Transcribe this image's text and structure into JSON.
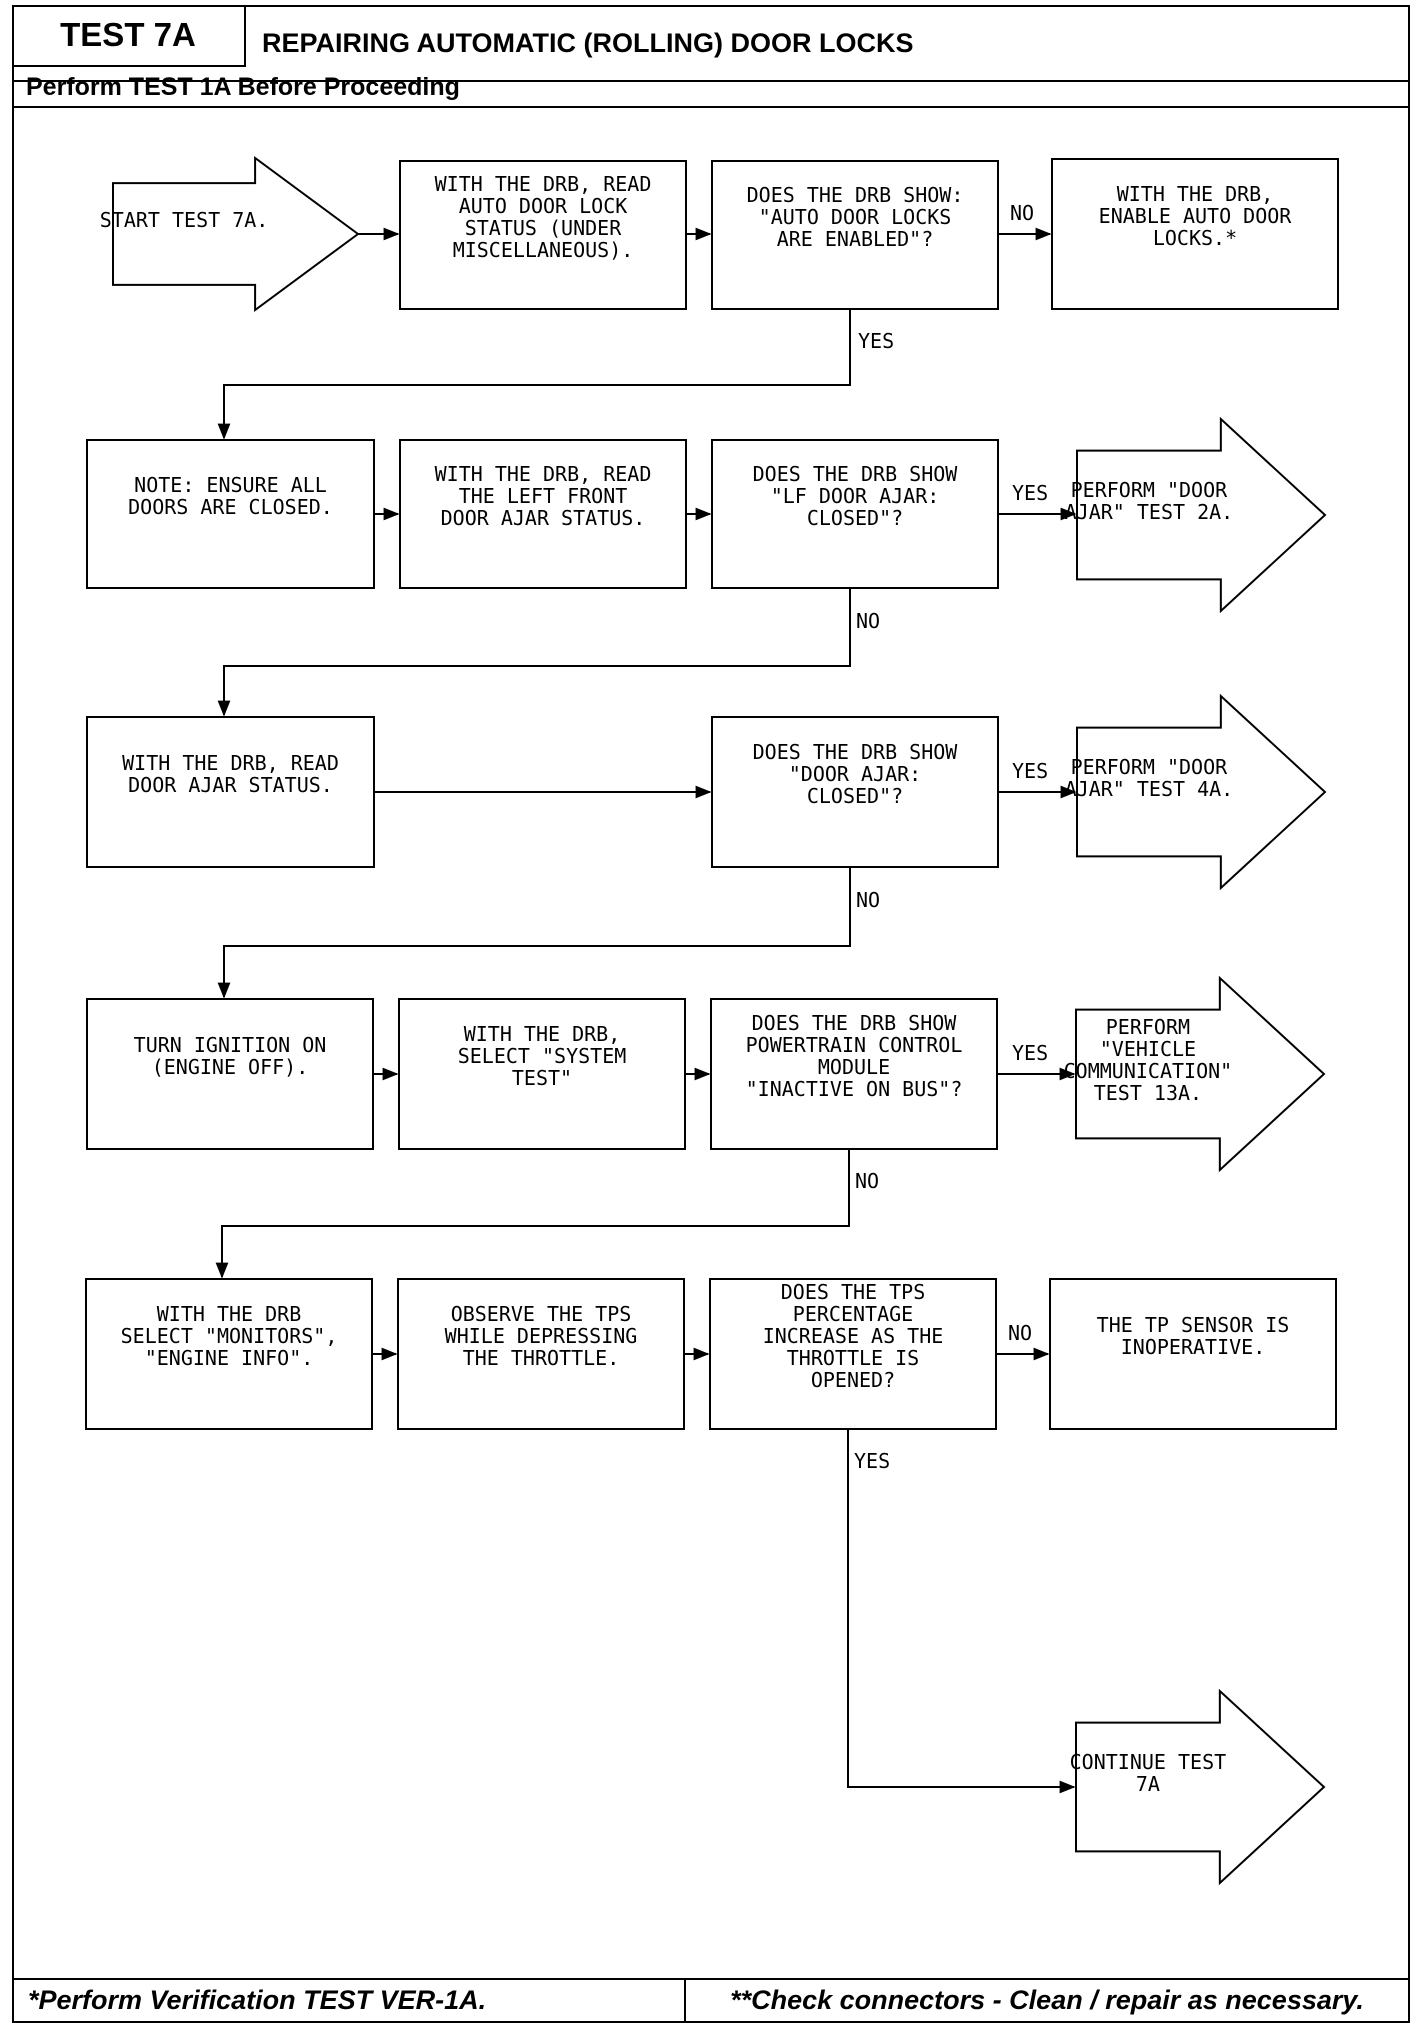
{
  "header": {
    "test_id": "TEST 7A",
    "title": "REPAIRING AUTOMATIC (ROLLING) DOOR LOCKS",
    "prerequisite": "Perform TEST 1A Before Proceeding"
  },
  "footer": {
    "left_note": "*Perform Verification TEST VER-1A.",
    "right_note": "**Check connectors - Clean / repair as necessary."
  },
  "nodes": [
    {
      "id": "start",
      "type": "arrow",
      "lines": [
        "START TEST 7A."
      ]
    },
    {
      "id": "n1",
      "type": "box",
      "lines": [
        "WITH THE DRB, READ",
        "AUTO DOOR LOCK",
        "STATUS (UNDER",
        "MISCELLANEOUS)."
      ]
    },
    {
      "id": "d1",
      "type": "box",
      "lines": [
        "DOES THE DRB SHOW:",
        "\"AUTO DOOR LOCKS",
        "ARE ENABLED\"?"
      ]
    },
    {
      "id": "n2",
      "type": "box",
      "lines": [
        "WITH THE DRB,",
        "ENABLE AUTO DOOR",
        "LOCKS.*"
      ]
    },
    {
      "id": "n3",
      "type": "box",
      "lines": [
        "NOTE: ENSURE ALL",
        "DOORS ARE CLOSED."
      ]
    },
    {
      "id": "n4",
      "type": "box",
      "lines": [
        "WITH THE DRB, READ",
        "THE LEFT FRONT",
        "DOOR AJAR STATUS."
      ]
    },
    {
      "id": "d2",
      "type": "box",
      "lines": [
        "DOES THE DRB SHOW",
        "\"LF DOOR AJAR:",
        "CLOSED\"?"
      ]
    },
    {
      "id": "a2",
      "type": "arrow",
      "lines": [
        "PERFORM \"DOOR",
        "AJAR\" TEST 2A."
      ]
    },
    {
      "id": "n5",
      "type": "box",
      "lines": [
        "WITH THE DRB, READ",
        "DOOR AJAR STATUS."
      ]
    },
    {
      "id": "d3",
      "type": "box",
      "lines": [
        "DOES THE DRB SHOW",
        "\"DOOR AJAR:",
        "CLOSED\"?"
      ]
    },
    {
      "id": "a3",
      "type": "arrow",
      "lines": [
        "PERFORM \"DOOR",
        "AJAR\" TEST 4A."
      ]
    },
    {
      "id": "n6",
      "type": "box",
      "lines": [
        "TURN IGNITION ON",
        "(ENGINE OFF)."
      ]
    },
    {
      "id": "n7",
      "type": "box",
      "lines": [
        "WITH THE DRB,",
        "SELECT \"SYSTEM",
        "TEST\""
      ]
    },
    {
      "id": "d4",
      "type": "box",
      "lines": [
        "DOES THE DRB SHOW",
        "POWERTRAIN CONTROL",
        "MODULE",
        "\"INACTIVE ON BUS\"?"
      ]
    },
    {
      "id": "a4",
      "type": "arrow",
      "lines": [
        "PERFORM",
        "\"VEHICLE",
        "COMMUNICATION\"",
        "TEST 13A."
      ]
    },
    {
      "id": "n8",
      "type": "box",
      "lines": [
        "WITH THE DRB",
        "SELECT \"MONITORS\",",
        "\"ENGINE INFO\"."
      ]
    },
    {
      "id": "n9",
      "type": "box",
      "lines": [
        "OBSERVE THE TPS",
        "WHILE DEPRESSING",
        "THE THROTTLE."
      ]
    },
    {
      "id": "d5",
      "type": "box",
      "lines": [
        "DOES THE TPS",
        "PERCENTAGE",
        "INCREASE AS THE",
        "THROTTLE IS",
        "OPENED?"
      ]
    },
    {
      "id": "n10",
      "type": "box",
      "lines": [
        "THE TP SENSOR IS",
        "INOPERATIVE."
      ]
    },
    {
      "id": "a5",
      "type": "arrow",
      "lines": [
        "CONTINUE TEST",
        "7A"
      ]
    }
  ],
  "edge_labels": {
    "d1_no": "NO",
    "d1_yes": "YES",
    "d2_yes": "YES",
    "d2_no": "NO",
    "d3_yes": "YES",
    "d3_no": "NO",
    "d4_yes": "YES",
    "d4_no": "NO",
    "d5_no": "NO",
    "d5_yes": "YES"
  }
}
